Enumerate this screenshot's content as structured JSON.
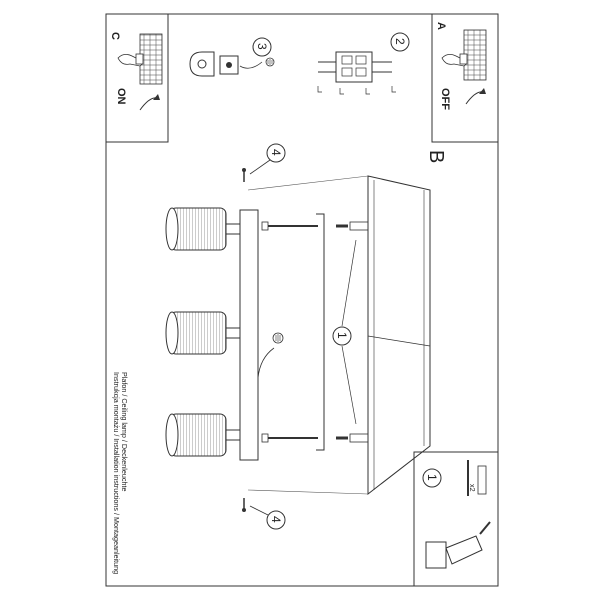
{
  "panels": {
    "step_a": {
      "letter": "A",
      "state": "OFF"
    },
    "step_c": {
      "letter": "C",
      "state": "ON"
    },
    "step_b": {
      "letter": "B"
    },
    "step_2": {
      "number": "2"
    },
    "step_3": {
      "number": "3"
    },
    "step_1": {
      "number": "1"
    }
  },
  "callouts": {
    "screw_top": "4",
    "screw_bottom": "4",
    "dowels": "1",
    "dowel_count": "x2"
  },
  "footer": {
    "line1": "Instrukcja montażu / Installation instructions / Montageanleitung",
    "line2": "Plafon / Ceiling lamp / Deckenleuchte"
  },
  "icons": [
    "hand-switch-icon",
    "wall-switch-icon",
    "power-arrow-icon",
    "drill-icon",
    "screw-icon",
    "dowel-icon",
    "terminal-block-icon",
    "ground-icon",
    "connector-icon"
  ]
}
